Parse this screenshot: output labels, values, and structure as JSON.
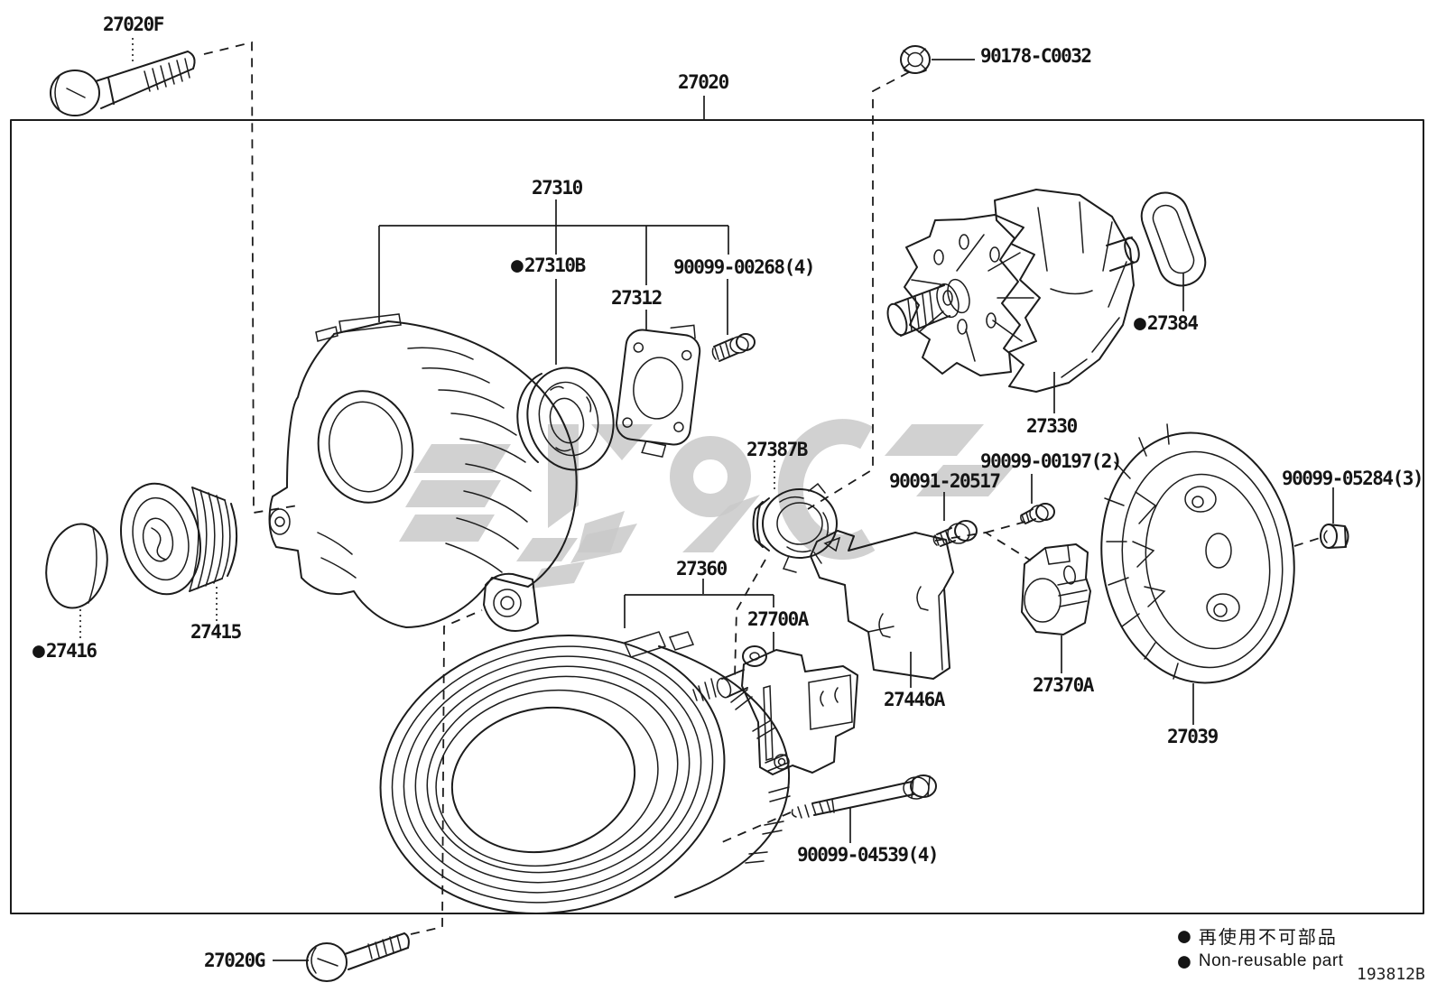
{
  "diagram": {
    "code": "193812B"
  },
  "legend": {
    "items": [
      {
        "bullet": "●",
        "text": "再使用不可部品"
      },
      {
        "bullet": "●",
        "text": "Non-reusable part"
      }
    ]
  },
  "colors": {
    "line": "#1c1c1c",
    "watermark": "#c9c9c9",
    "background": "#ffffff"
  },
  "parts": [
    {
      "label": "27020F"
    },
    {
      "label": "27020"
    },
    {
      "label": "90178-C0032"
    },
    {
      "label": "27310"
    },
    {
      "label": "27310B",
      "bullet": "●"
    },
    {
      "label": "90099-00268(4)"
    },
    {
      "label": "27312"
    },
    {
      "label": "27384",
      "bullet": "●"
    },
    {
      "label": "27330"
    },
    {
      "label": "27387B"
    },
    {
      "label": "90091-20517"
    },
    {
      "label": "90099-00197(2)"
    },
    {
      "label": "90099-05284(3)"
    },
    {
      "label": "27360"
    },
    {
      "label": "27700A"
    },
    {
      "label": "27415"
    },
    {
      "label": "27416",
      "bullet": "●"
    },
    {
      "label": "27446A"
    },
    {
      "label": "27370A"
    },
    {
      "label": "27039"
    },
    {
      "label": "90099-04539(4)"
    },
    {
      "label": "27020G"
    }
  ]
}
